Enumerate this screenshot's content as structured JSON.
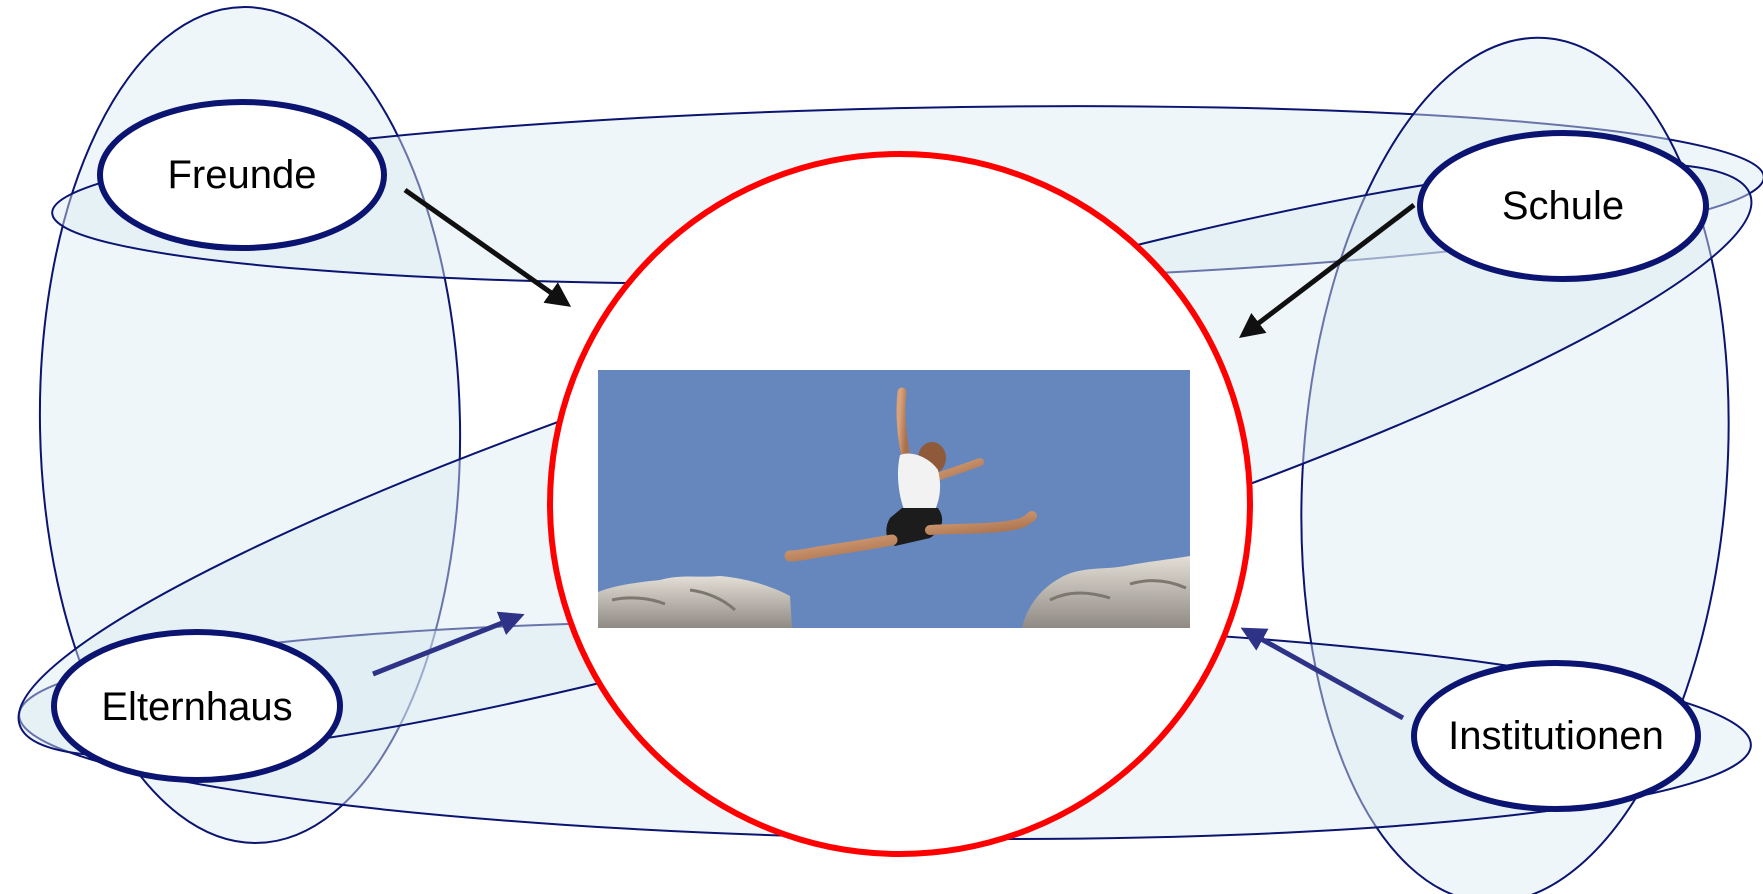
{
  "diagram": {
    "center": {
      "image_description_icon": "jumping-person-photo-icon"
    },
    "nodes": [
      {
        "id": "freunde",
        "label": "Freunde"
      },
      {
        "id": "schule",
        "label": "Schule"
      },
      {
        "id": "elternhaus",
        "label": "Elternhaus"
      },
      {
        "id": "institutionen",
        "label": "Institutionen"
      }
    ],
    "colors": {
      "center_ring": "#ff0000",
      "node_stroke": "#0b1470",
      "halo_fill": "#dcecf2",
      "halo_stroke": "#0b1470",
      "arrow_dark": "#101010",
      "arrow_blue": "#2e3388",
      "sky": "#6587bd"
    }
  }
}
